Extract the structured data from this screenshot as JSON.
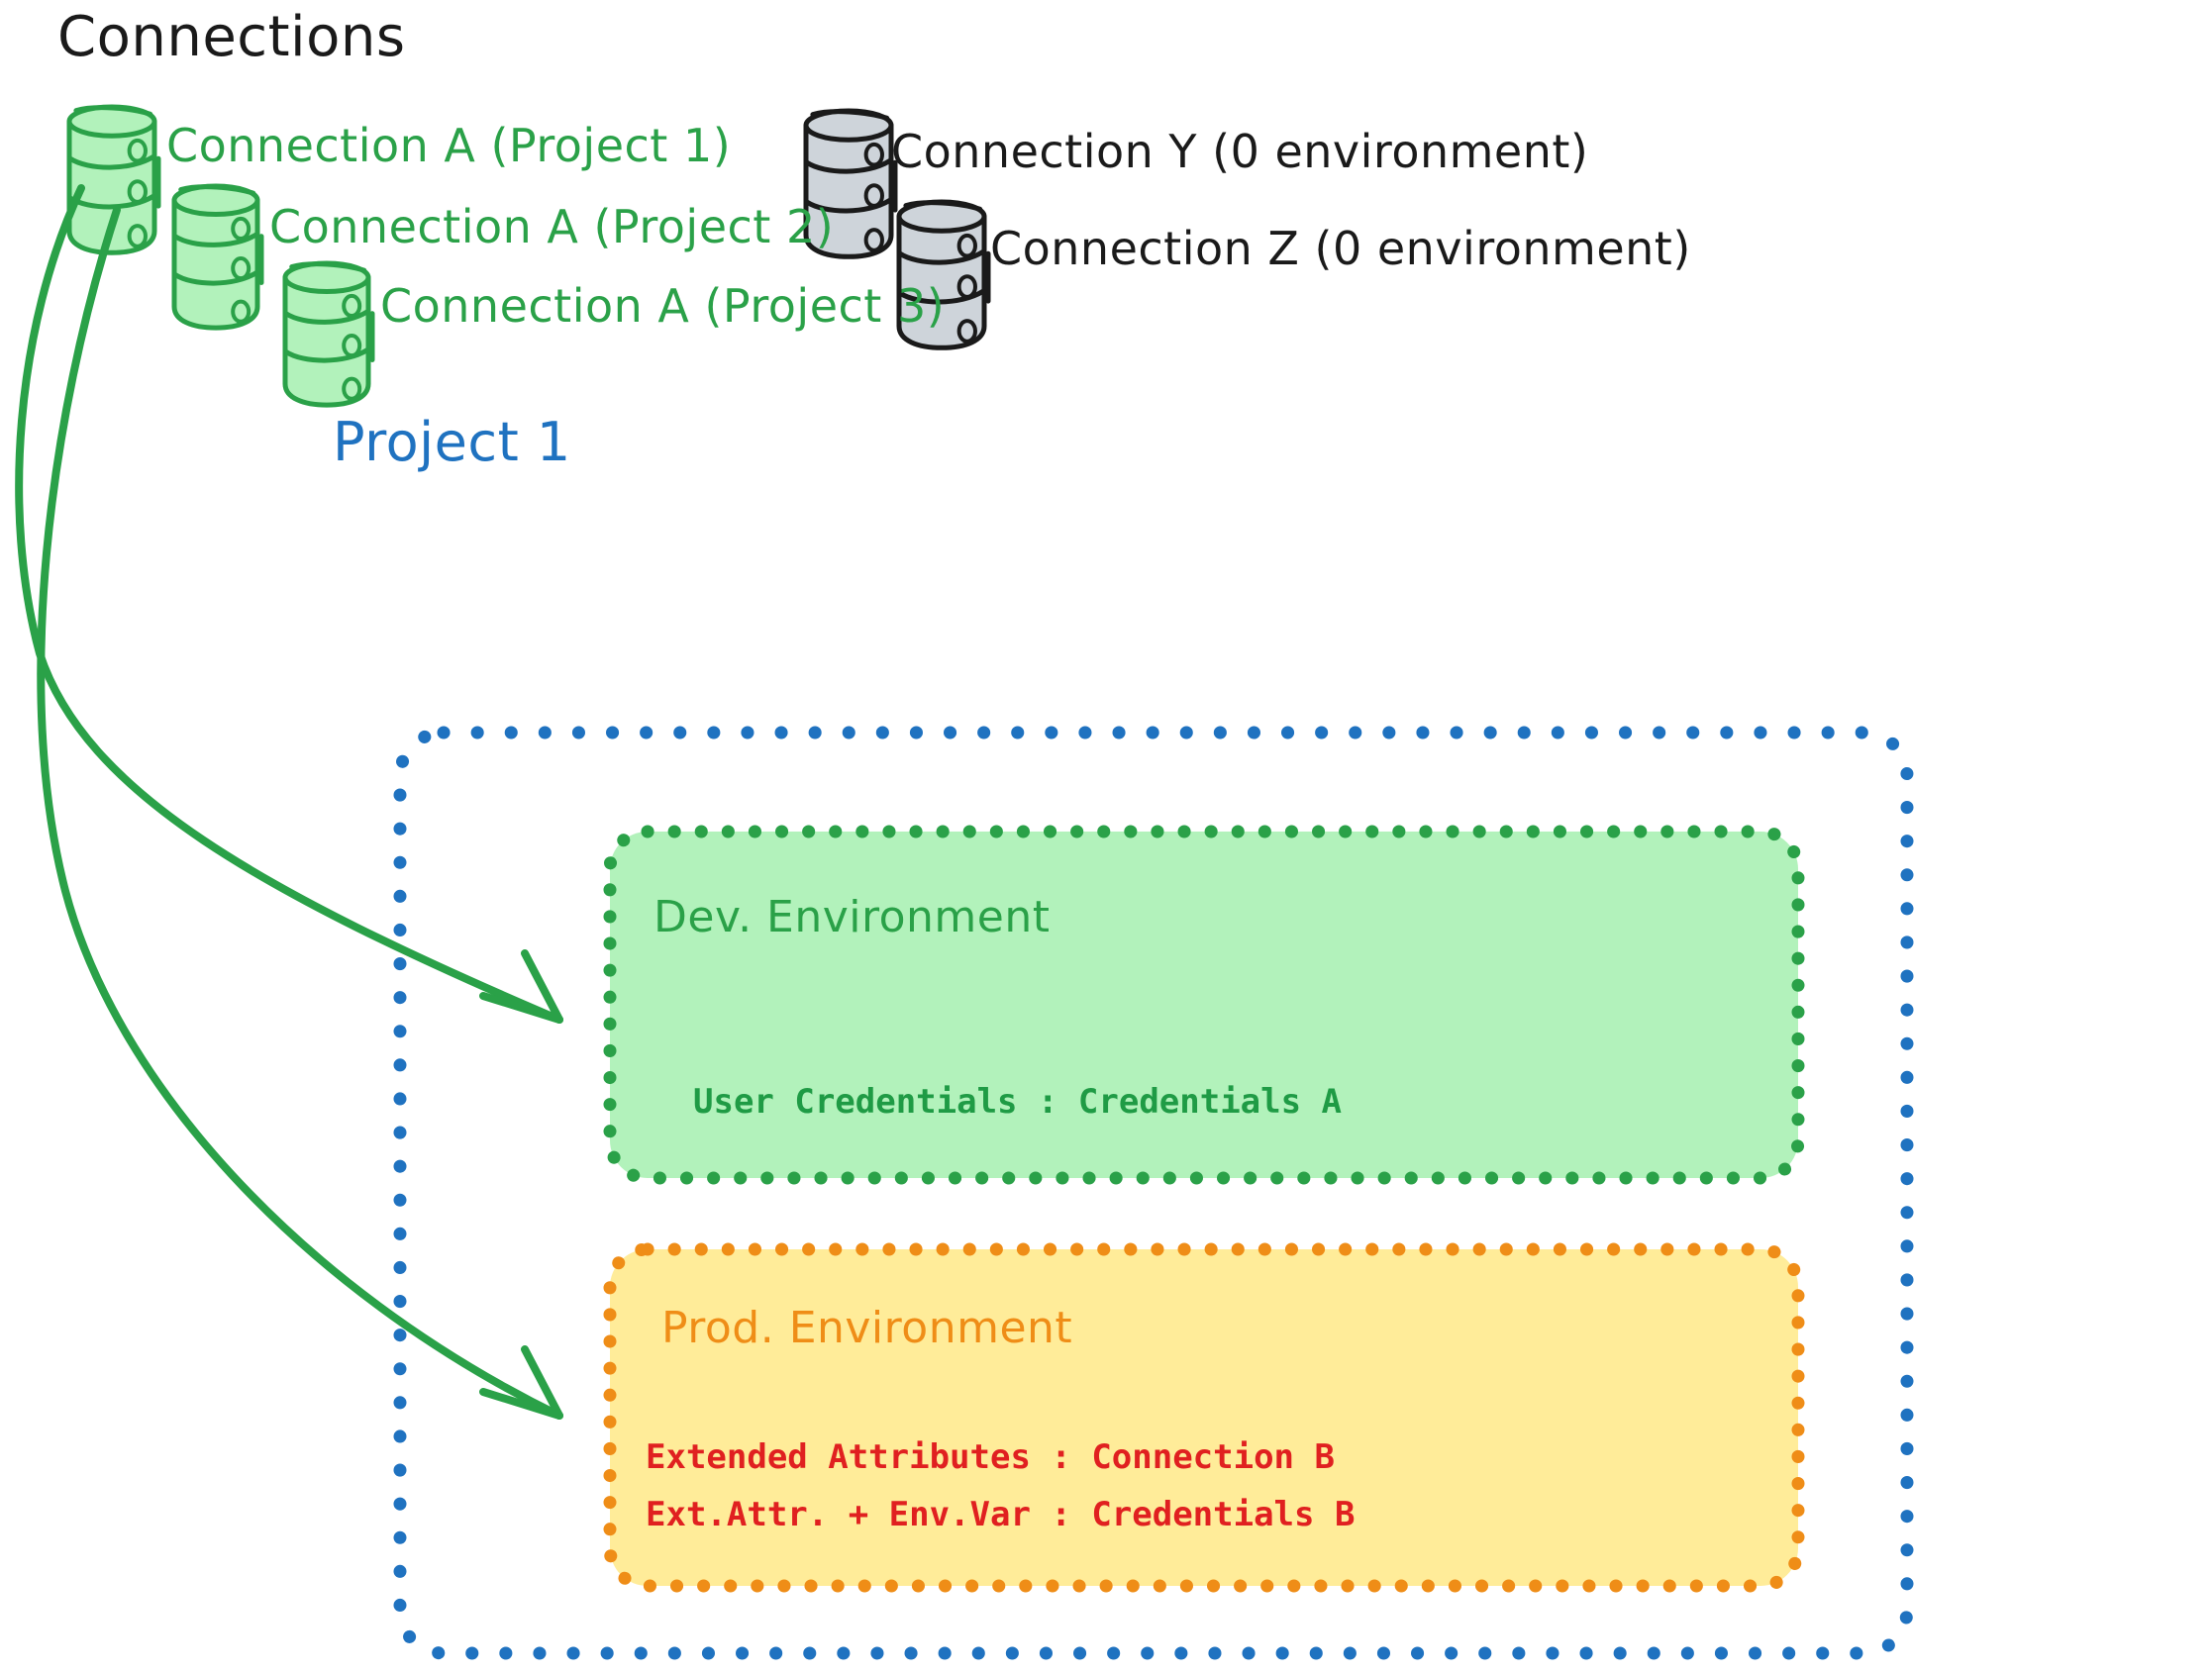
{
  "diagram": {
    "type": "architecture-diagram",
    "style": "hand-drawn-excalidraw",
    "title": "Connections",
    "colors": {
      "green_stroke": "#2aa148",
      "green_fill": "#b2f2bb",
      "gray_stroke": "#1a1a1a",
      "gray_fill": "#ced4da",
      "blue": "#1f72c0",
      "orange": "#ef8d17",
      "yellow_fill": "#ffec99",
      "red": "#e02020",
      "background": "#ffffff"
    }
  },
  "connections_section": {
    "heading": "Connections",
    "green_connections": [
      {
        "label": "Connection A (Project 1)",
        "icon": "database-icon",
        "color": "#2aa148"
      },
      {
        "label": "Connection A (Project 2)",
        "icon": "database-icon",
        "color": "#2aa148"
      },
      {
        "label": "Connection A (Project 3)",
        "icon": "database-icon",
        "color": "#2aa148"
      }
    ],
    "gray_connections": [
      {
        "label": "Connection Y (0 environment)",
        "icon": "database-icon",
        "color": "#1a1a1a"
      },
      {
        "label": "Connection Z (0 environment)",
        "icon": "database-icon",
        "color": "#1a1a1a"
      }
    ]
  },
  "project": {
    "label": "Project 1",
    "environments": [
      {
        "name": "Dev. Environment",
        "accent": "#2aa148",
        "fill": "#b2f2bb",
        "entries": [
          {
            "text": "User Credentials : Credentials A",
            "color": "#1f9b45"
          }
        ]
      },
      {
        "name": "Prod. Environment",
        "accent": "#ef8d17",
        "fill": "#ffec99",
        "entries": [
          {
            "text": "Extended Attributes : Connection B",
            "color": "#e02020"
          },
          {
            "text": "Ext.Attr. + Env.Var : Credentials B",
            "color": "#e02020"
          }
        ]
      }
    ]
  },
  "arrows": [
    {
      "from": "Connection A (Project 1)",
      "to": "Dev. Environment",
      "color": "#2aa148",
      "style": "curved-arrow"
    },
    {
      "from": "Connection A (Project 1)",
      "to": "Prod. Environment",
      "color": "#2aa148",
      "style": "curved-arrow"
    }
  ]
}
